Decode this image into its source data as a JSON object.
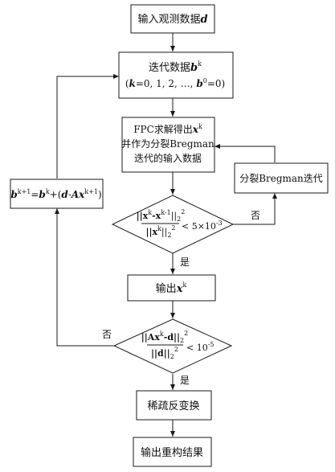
{
  "nodes": {
    "input": {
      "text": "输入观测数据",
      "var": "d"
    },
    "iterate": {
      "line1": "迭代数据",
      "var": "b",
      "sup": "k",
      "line2_k": "k",
      "line2_mid": "=0, 1, 2, …,",
      "line2_b": "b",
      "line2_sup": "0",
      "line2_end": "=0)"
    },
    "fpc": {
      "line1a": "FPC求解得出",
      "line1_var": "x",
      "line1_sup": "k",
      "line2": "并作为分裂Bregman",
      "line3": "迭代的输入数据"
    },
    "split_bregman": {
      "text": "分裂Bregman迭代"
    },
    "update": {
      "b": "b",
      "sup_k1": "k+1",
      "eq": "=",
      "b2": "b",
      "sup_k": "k",
      "plus": "+(",
      "d": "d",
      "minus": "-",
      "A": "Ax",
      "sup_k1b": "k+1",
      "close": ")"
    },
    "cond1": {
      "num_a": "||x",
      "num_sup1": "k",
      "num_b": "-x",
      "num_sup2": "k-1",
      "num_c": "||",
      "num_sub": "2",
      "num_sup3": "2",
      "den_a": "||x",
      "den_sup1": "k",
      "den_b": "||",
      "den_sub": "2",
      "den_sup2": "2",
      "rhs": "< 5×10",
      "rhs_exp": "-3"
    },
    "output_x": {
      "text": "输出",
      "var": "x",
      "sup": "k"
    },
    "cond2": {
      "num_a": "||Ax",
      "num_sup1": "k",
      "num_b": "-d||",
      "num_sub": "2",
      "num_sup2": "2",
      "den_a": "||d||",
      "den_sub": "2",
      "den_sup": "2",
      "rhs": "< 10",
      "rhs_exp": "-5"
    },
    "sparse": {
      "text": "稀疏反变换"
    },
    "result": {
      "text": "输出重构结果"
    }
  },
  "edge_labels": {
    "no_right": "否",
    "yes_1": "是",
    "no_left": "否",
    "yes_2": "是"
  }
}
